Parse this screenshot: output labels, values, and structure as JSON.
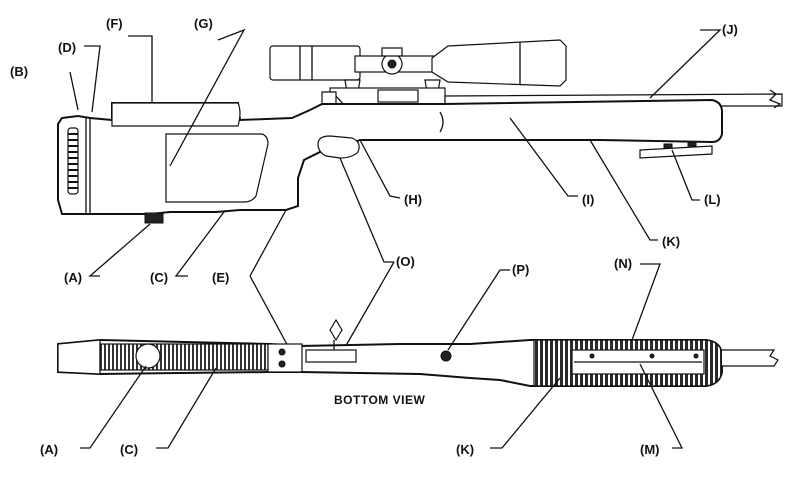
{
  "labels": {
    "A": "(A)",
    "B": "(B)",
    "C": "(C)",
    "D": "(D)",
    "E": "(E)",
    "F": "(F)",
    "G": "(G)",
    "H": "(H)",
    "I": "(I)",
    "J": "(J)",
    "K": "(K)",
    "L": "(L)",
    "M": "(M)",
    "N": "(N)",
    "O": "(O)",
    "P": "(P)"
  },
  "views": {
    "bottom": "BOTTOM VIEW"
  }
}
